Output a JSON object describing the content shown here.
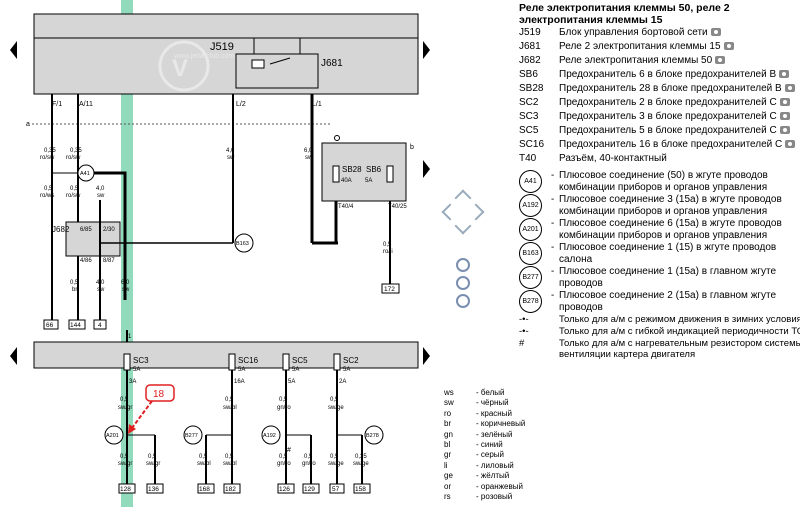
{
  "page_title": "Реле электропитания клеммы 50, реле 2 электропитания клеммы 15",
  "components": [
    {
      "code": "J519",
      "desc": "Блок управления бортовой сети",
      "photo": true
    },
    {
      "code": "J681",
      "desc": "Реле 2 электропитания клеммы 15",
      "photo": true
    },
    {
      "code": "J682",
      "desc": "Реле электропитания клеммы 50",
      "photo": true
    },
    {
      "code": "SB6",
      "desc": "Предохранитель 6 в блоке предохранителей B",
      "photo": true
    },
    {
      "code": "SB28",
      "desc": "Предохранитель 28 в блоке предохранителей B",
      "photo": true
    },
    {
      "code": "SC2",
      "desc": "Предохранитель 2 в блоке предохранителей C",
      "photo": true
    },
    {
      "code": "SC3",
      "desc": "Предохранитель 3 в блоке предохранителей C",
      "photo": true
    },
    {
      "code": "SC5",
      "desc": "Предохранитель 5 в блоке предохранителей C",
      "photo": true
    },
    {
      "code": "SC16",
      "desc": "Предохранитель 16 в блоке предохранителей C",
      "photo": true
    },
    {
      "code": "T40",
      "desc": "Разъём, 40-контактный",
      "photo": false
    }
  ],
  "connections": [
    {
      "code": "A41",
      "desc": "Плюсовое соединение (50) в жгуте проводов комбинации приборов и органов управления"
    },
    {
      "code": "A192",
      "desc": "Плюсовое соединение 3 (15a) в жгуте проводов комбинации приборов и органов управления"
    },
    {
      "code": "A201",
      "desc": "Плюсовое соединение 6 (15a) в жгуте проводов комбинации приборов и органов управления"
    },
    {
      "code": "B163",
      "desc": "Плюсовое соединение 1 (15) в жгуте проводов салона"
    },
    {
      "code": "B277",
      "desc": "Плюсовое соединение 1 (15a) в главном жгуте проводов"
    },
    {
      "code": "B278",
      "desc": "Плюсовое соединение 2 (15a) в главном жгуте проводов"
    }
  ],
  "notes": [
    {
      "sym": "-•-",
      "desc": "Только для а/м с режимом движения в зимних условиях"
    },
    {
      "sym": "-•-",
      "desc": "Только для а/м с гибкой индикацией периодичности ТО"
    },
    {
      "sym": "#",
      "desc": "Только для а/м с нагревательным резистором системы вентиляции картера двигателя"
    }
  ],
  "color_codes": [
    {
      "abbr": "ws",
      "name": "белый"
    },
    {
      "abbr": "sw",
      "name": "чёрный"
    },
    {
      "abbr": "ro",
      "name": "красный"
    },
    {
      "abbr": "br",
      "name": "коричневый"
    },
    {
      "abbr": "gn",
      "name": "зелёный"
    },
    {
      "abbr": "bl",
      "name": "синий"
    },
    {
      "abbr": "gr",
      "name": "серый"
    },
    {
      "abbr": "li",
      "name": "лиловый"
    },
    {
      "abbr": "ge",
      "name": "жёлтый"
    },
    {
      "abbr": "or",
      "name": "оранжевый"
    },
    {
      "abbr": "rs",
      "name": "розовый"
    }
  ],
  "diagram": {
    "top_module": "J519",
    "relay": "J681",
    "relay2": "J682",
    "watermark": "www.jetta-club.com",
    "callout": "18",
    "rail_label_a": "a",
    "rail_label_b": "b",
    "top_pins": [
      "F/1",
      "A/11",
      "L/2",
      "L/1"
    ],
    "top_wires": [
      {
        "size": "0,35",
        "color": "ro/sw"
      },
      {
        "size": "0,35",
        "color": "ro/sw"
      },
      {
        "size": "4,0",
        "color": "sw"
      },
      {
        "size": "6,0",
        "color": "sw"
      }
    ],
    "mid_wires": [
      {
        "size": "0,5",
        "color": "ro/ws"
      },
      {
        "size": "0,5",
        "color": "ro/sw"
      },
      {
        "size": "4,0",
        "color": "sw"
      },
      {
        "size": "0,5",
        "color": "br"
      },
      {
        "size": "4,0",
        "color": "sw"
      },
      {
        "size": "6,0",
        "color": "sw"
      },
      {
        "size": "0,5",
        "color": "ro/li"
      }
    ],
    "j682_pins": [
      "6/85",
      "2/30",
      "4/86",
      "8/87"
    ],
    "fuse_box_b": {
      "sb28": "SB28",
      "sb28_amp": "40A",
      "sb6": "SB6",
      "sb6_amp": "5A",
      "pin1": "T40/4",
      "pin2": "T40/25"
    },
    "fuses_c": [
      {
        "label": "SC3",
        "amp": "5A",
        "out": "3A"
      },
      {
        "label": "SC16",
        "amp": "5A",
        "out": "16A"
      },
      {
        "label": "SC5",
        "amp": "5A",
        "out": "5A"
      },
      {
        "label": "SC2",
        "amp": "5A",
        "out": "2A"
      }
    ],
    "bottom_wires": [
      {
        "size": "0,5",
        "color": "sw/gr"
      },
      {
        "size": "0,5",
        "color": "sw/bl"
      },
      {
        "size": "0,5",
        "color": "gn/ro"
      },
      {
        "size": "0,5",
        "color": "sw/ge"
      }
    ],
    "lower_wires": [
      {
        "size": "0,5",
        "color": "sw/gr"
      },
      {
        "size": "0,5",
        "color": "sw/gr"
      },
      {
        "size": "0,5",
        "color": "sw/bl"
      },
      {
        "size": "0,5",
        "color": "sw/bl"
      },
      {
        "size": "0,5",
        "color": "gn/ro"
      },
      {
        "size": "0,5",
        "color": "gn/ro"
      },
      {
        "size": "0,5",
        "color": "sw/ge"
      },
      {
        "size": "0,35",
        "color": "sw/ge"
      }
    ],
    "terminals_top": [
      "66",
      "144",
      "4",
      "172"
    ],
    "terminals_bottom": [
      "128",
      "136",
      "168",
      "182",
      "126",
      "129",
      "57",
      "158"
    ],
    "wire_count_top": "3",
    "wire_count_bottom": "1",
    "highlight_color": "#7fd3b0",
    "callout_color": "#e02020"
  }
}
